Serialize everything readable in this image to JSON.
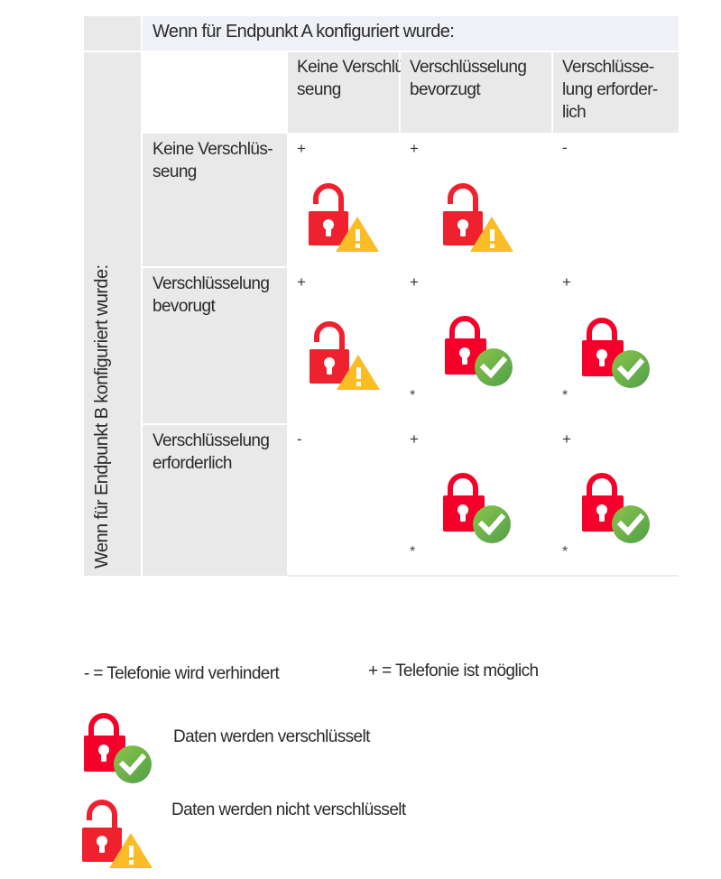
{
  "table": {
    "header_a": "Wenn für Endpunkt A konfiguriert wurde:",
    "header_b": "Wenn für Endpunkt B konfiguriert wurde:",
    "columns": [
      {
        "label": "Keine Verschlüs-\nseung"
      },
      {
        "label": "Verschlüsselung\nbevorzugt"
      },
      {
        "label": "Verschlüsse-\nlung erforder-\nlich"
      }
    ],
    "rows": [
      {
        "label": "Keine Verschlüs-\nseung",
        "cells": [
          {
            "mark": "+",
            "icon": "unlocked-warning",
            "star": ""
          },
          {
            "mark": "+",
            "icon": "unlocked-warning",
            "star": ""
          },
          {
            "mark": "-",
            "icon": "",
            "star": ""
          }
        ]
      },
      {
        "label": "Verschlüsselung\nbevorugt",
        "cells": [
          {
            "mark": "+",
            "icon": "unlocked-warning",
            "star": ""
          },
          {
            "mark": "+",
            "icon": "locked-check",
            "star": "*"
          },
          {
            "mark": "+",
            "icon": "locked-check",
            "star": "*"
          }
        ]
      },
      {
        "label": "Verschlüsselung\nerforderlich",
        "cells": [
          {
            "mark": "-",
            "icon": "",
            "star": ""
          },
          {
            "mark": "+",
            "icon": "locked-check",
            "star": "*"
          },
          {
            "mark": "+",
            "icon": "locked-check",
            "star": "*"
          }
        ]
      }
    ]
  },
  "legend": {
    "minus": "- = Telefonie wird verhindert",
    "plus": "+ = Telefonie ist möglich",
    "encrypted": "Daten werden verschlüsselt",
    "not_encrypted": "Daten werden nicht verschlüsselt"
  },
  "colors": {
    "lock_red": "#f0212f",
    "lock_red_bright": "#f5002a",
    "warning_yellow": "#fbbc25",
    "check_green": "#6ab04c",
    "header_gray": "#e9e9e9",
    "header_blue": "#eff1f7"
  }
}
